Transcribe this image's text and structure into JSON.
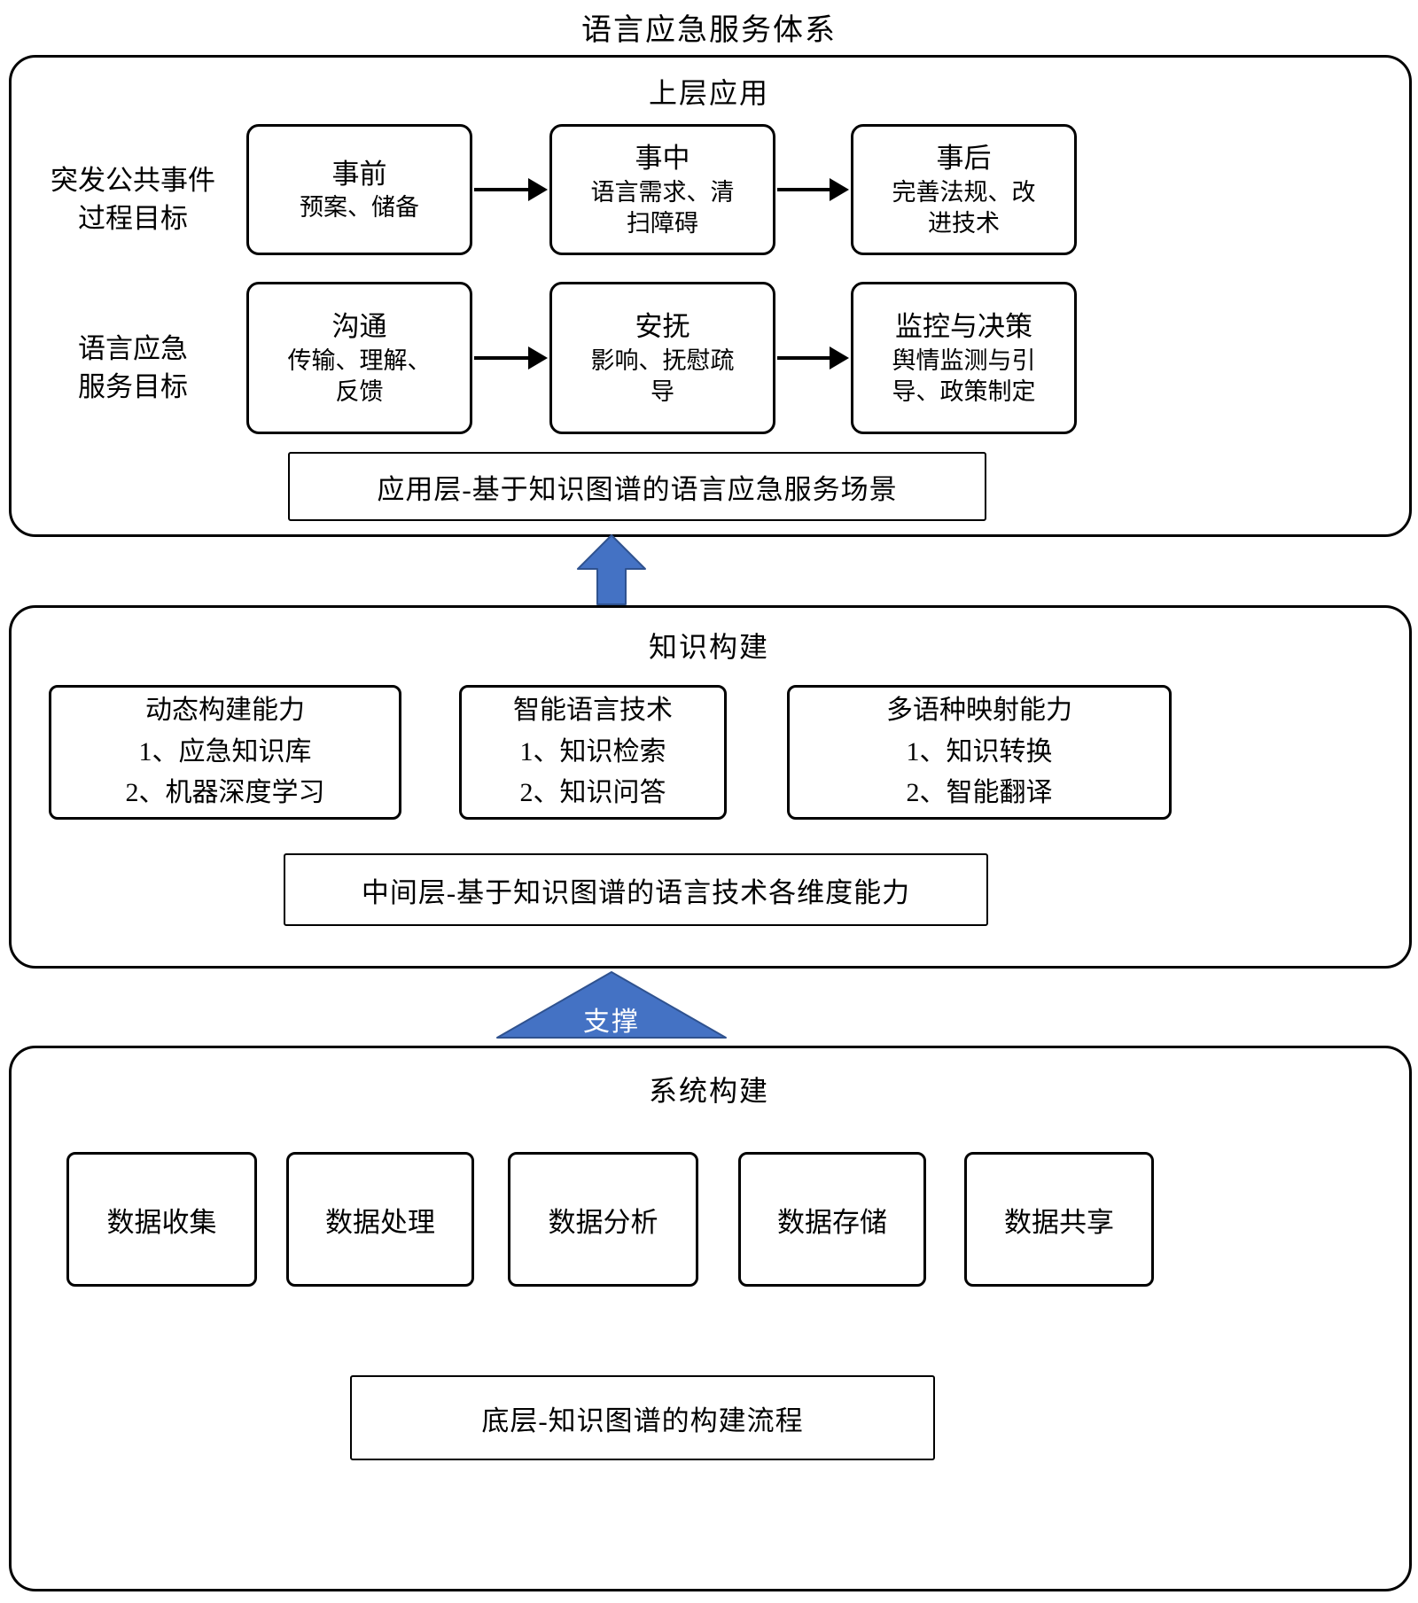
{
  "title": "语言应急服务体系",
  "support_arrow_label": "支撑",
  "colors": {
    "arrow_fill": "#4472C4",
    "arrow_stroke": "#2F528F"
  },
  "upper": {
    "heading": "上层应用",
    "row1": {
      "label_line1": "突发公共事件",
      "label_line2": "过程目标",
      "boxes": [
        {
          "title": "事前",
          "desc": "预案、储备"
        },
        {
          "title": "事中",
          "desc": "语言需求、清扫障碍"
        },
        {
          "title": "事后",
          "desc": "完善法规、改进技术"
        }
      ]
    },
    "row2": {
      "label_line1": "语言应急",
      "label_line2": "服务目标",
      "boxes": [
        {
          "title": "沟通",
          "desc": "传输、理解、反馈"
        },
        {
          "title": "安抚",
          "desc": "影响、抚慰疏导"
        },
        {
          "title": "监控与决策",
          "desc": "舆情监测与引导、政策制定"
        }
      ]
    },
    "footer": "应用层-基于知识图谱的语言应急服务场景"
  },
  "middle": {
    "heading": "知识构建",
    "boxes": [
      {
        "title": "动态构建能力",
        "item1": "1、应急知识库",
        "item2": "2、机器深度学习"
      },
      {
        "title": "智能语言技术",
        "item1": "1、知识检索",
        "item2": "2、知识问答"
      },
      {
        "title": "多语种映射能力",
        "item1": "1、知识转换",
        "item2": "2、智能翻译"
      }
    ],
    "footer": "中间层-基于知识图谱的语言技术各维度能力"
  },
  "bottom": {
    "heading": "系统构建",
    "boxes": [
      {
        "label": "数据收集"
      },
      {
        "label": "数据处理"
      },
      {
        "label": "数据分析"
      },
      {
        "label": "数据存储"
      },
      {
        "label": "数据共享"
      }
    ],
    "footer": "底层-知识图谱的构建流程"
  }
}
